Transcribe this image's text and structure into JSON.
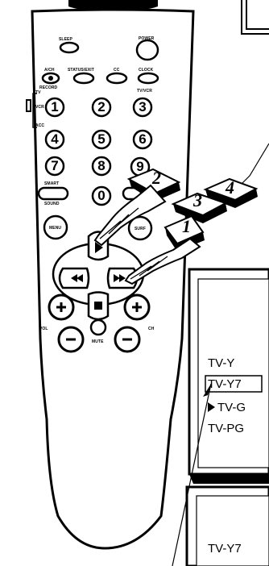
{
  "remote": {
    "labels": {
      "sleep": "SLEEP",
      "power": "POWER",
      "ach": "A/CH",
      "status": "STATUS/EXIT",
      "cc": "CC",
      "clock": "CLOCK",
      "record": "RECORD",
      "tvvcr": "TV/VCR",
      "mode_tv": "TV",
      "mode_vcr": "VCR",
      "mode_acc": "ACC",
      "smart": "SMART",
      "sound": "SOUND",
      "menu": "MENU",
      "surf": "SURF",
      "vol": "VOL",
      "ch": "CH",
      "mute": "MUTE"
    },
    "digits": [
      "1",
      "2",
      "3",
      "4",
      "5",
      "6",
      "7",
      "8",
      "9",
      "0"
    ]
  },
  "steps": {
    "s1": "1",
    "s2": "2",
    "s3": "3",
    "s4": "4"
  },
  "screen1": {
    "ratings": [
      "TV-Y",
      "TV-Y7",
      "TV-G",
      "TV-PG"
    ],
    "selected": "TV-Y7"
  },
  "screen2": {
    "rating": "TV-Y7"
  }
}
